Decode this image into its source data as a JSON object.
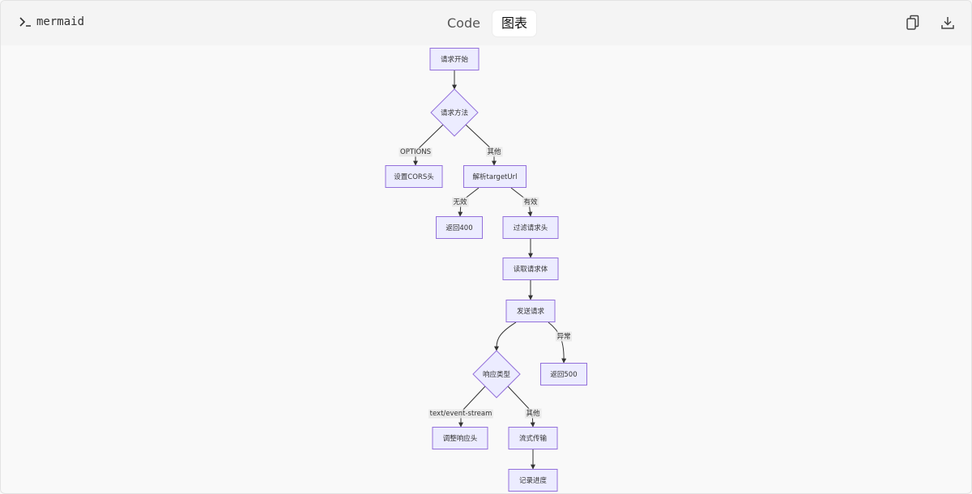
{
  "header": {
    "app_title": "mermaid",
    "tabs": [
      {
        "label": "Code",
        "active": false
      },
      {
        "label": "图表",
        "active": true
      }
    ],
    "icons": [
      "terminal-prompt-icon",
      "copy-icon",
      "download-icon"
    ]
  },
  "colors": {
    "node_fill": "#ececff",
    "node_stroke": "#9370db",
    "edge": "#333333",
    "label_bg": "#e8e8e8"
  },
  "flowchart": {
    "nodes": [
      {
        "id": "start",
        "text": "请求开始",
        "shape": "rect"
      },
      {
        "id": "method",
        "text": "请求方法",
        "shape": "diamond"
      },
      {
        "id": "cors",
        "text": "设置CORS头",
        "shape": "rect"
      },
      {
        "id": "parse",
        "text": "解析targetUrl",
        "shape": "rect"
      },
      {
        "id": "r400",
        "text": "返回400",
        "shape": "rect"
      },
      {
        "id": "filter",
        "text": "过滤请求头",
        "shape": "rect"
      },
      {
        "id": "readbody",
        "text": "读取请求体",
        "shape": "rect"
      },
      {
        "id": "send",
        "text": "发送请求",
        "shape": "rect"
      },
      {
        "id": "resptype",
        "text": "响应类型",
        "shape": "diamond"
      },
      {
        "id": "r500",
        "text": "返回500",
        "shape": "rect"
      },
      {
        "id": "adjust",
        "text": "调整响应头",
        "shape": "rect"
      },
      {
        "id": "stream",
        "text": "流式传输",
        "shape": "rect"
      },
      {
        "id": "log",
        "text": "记录进度",
        "shape": "rect"
      }
    ],
    "edges": [
      {
        "from": "start",
        "to": "method",
        "label": ""
      },
      {
        "from": "method",
        "to": "cors",
        "label": "OPTIONS"
      },
      {
        "from": "method",
        "to": "parse",
        "label": "其他"
      },
      {
        "from": "parse",
        "to": "r400",
        "label": "无效"
      },
      {
        "from": "parse",
        "to": "filter",
        "label": "有效"
      },
      {
        "from": "filter",
        "to": "readbody",
        "label": ""
      },
      {
        "from": "readbody",
        "to": "send",
        "label": ""
      },
      {
        "from": "send",
        "to": "resptype",
        "label": ""
      },
      {
        "from": "send",
        "to": "r500",
        "label": "异常"
      },
      {
        "from": "resptype",
        "to": "adjust",
        "label": "text/event-stream"
      },
      {
        "from": "resptype",
        "to": "stream",
        "label": "其他"
      },
      {
        "from": "stream",
        "to": "log",
        "label": ""
      }
    ]
  }
}
